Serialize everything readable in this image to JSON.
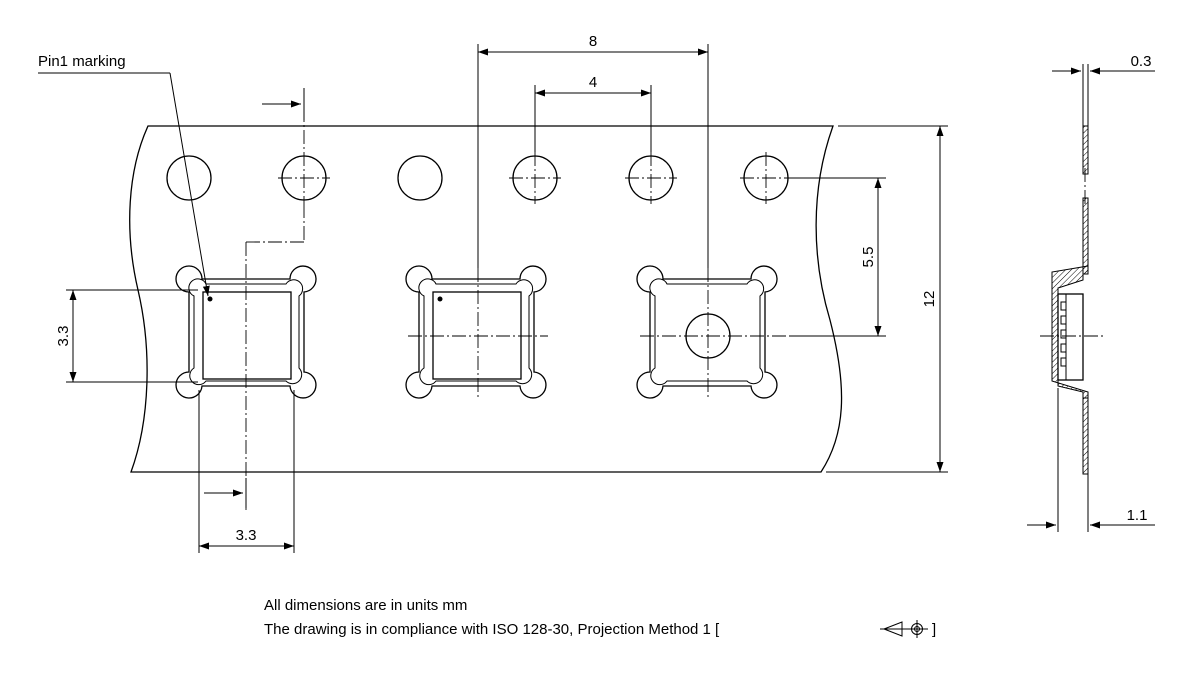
{
  "labels": {
    "pin1": "Pin1 marking",
    "pitch_pocket": "8",
    "pitch_hole": "4",
    "offset": "5.5",
    "tape_width": "12",
    "pocket_height": "3.3",
    "pocket_width": "3.3",
    "tape_thickness": "0.3",
    "pocket_depth": "1.1"
  },
  "notes": {
    "line1": "All dimensions are in units mm",
    "line2": "The drawing is in compliance with ISO 128-30, Projection Method 1 [",
    "line2_end": "]"
  }
}
